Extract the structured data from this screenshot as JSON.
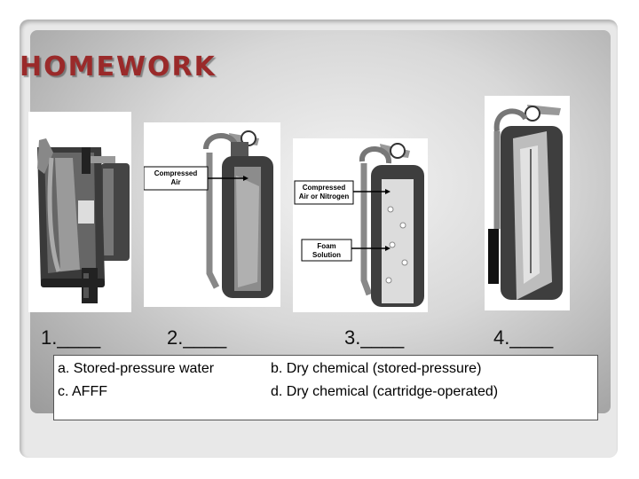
{
  "slide": {
    "title": "HOMEWORK",
    "numbers": [
      "1.____",
      "2.____",
      "3.____",
      "4.____"
    ],
    "labels": {
      "compressed_air": "Compressed Air",
      "compressed_air_nitrogen": "Compressed Air or Nitrogen",
      "foam_solution": "Foam Solution"
    },
    "answers": {
      "a": "a. Stored-pressure water",
      "b": "b. Dry chemical (stored-pressure)",
      "c": "c. AFFF",
      "d": "d. Dry chemical (cartridge-operated)"
    },
    "colors": {
      "title": "#9a2a2a"
    }
  }
}
